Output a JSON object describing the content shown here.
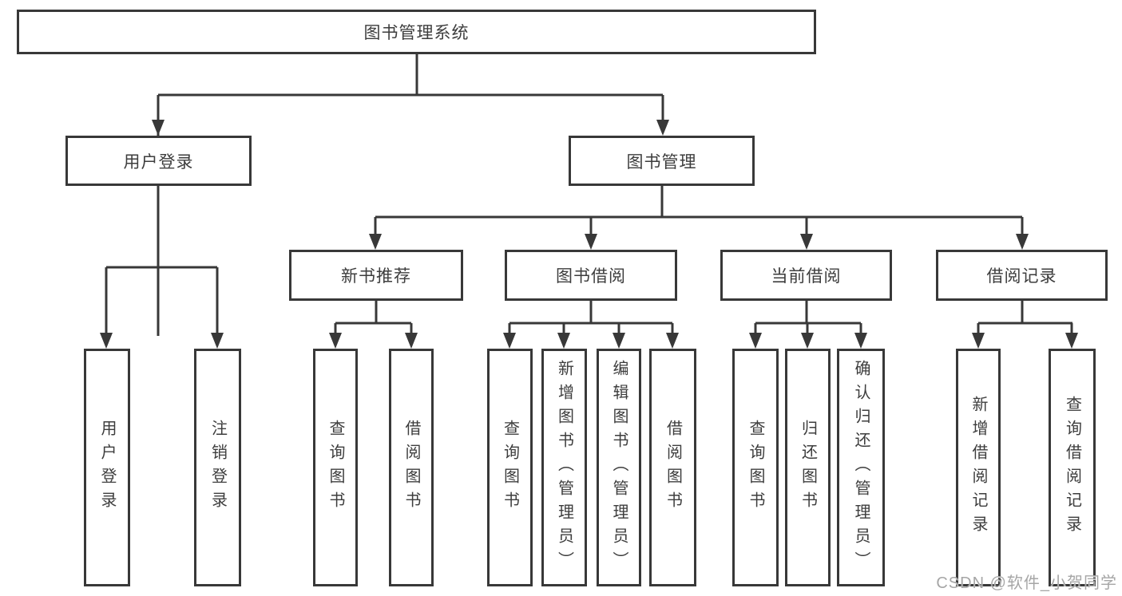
{
  "diagram": {
    "type": "hierarchy",
    "colors": {
      "line": "#383838",
      "border": "#383838",
      "text": "#3d3d3d",
      "background": "#ffffff",
      "watermark": "#a6a6a6"
    },
    "tree": {
      "label": "图书管理系统",
      "children": [
        {
          "label": "用户登录",
          "children": [
            {
              "label": "用户登录"
            },
            {
              "label": "注销登录"
            }
          ]
        },
        {
          "label": "图书管理",
          "children": [
            {
              "label": "新书推荐",
              "children": [
                {
                  "label": "查询图书"
                },
                {
                  "label": "借阅图书"
                }
              ]
            },
            {
              "label": "图书借阅",
              "children": [
                {
                  "label": "查询图书"
                },
                {
                  "label": "新增图书（管理员）"
                },
                {
                  "label": "编辑图书（管理员）"
                },
                {
                  "label": "借阅图书"
                }
              ]
            },
            {
              "label": "当前借阅",
              "children": [
                {
                  "label": "查询图书"
                },
                {
                  "label": "归还图书"
                },
                {
                  "label": "确认归还（管理员）"
                }
              ]
            },
            {
              "label": "借阅记录",
              "children": [
                {
                  "label": "新增借阅记录"
                },
                {
                  "label": "查询借阅记录"
                }
              ]
            }
          ]
        }
      ]
    },
    "watermark": {
      "text": "CSDN @软件_小贺同学"
    }
  }
}
